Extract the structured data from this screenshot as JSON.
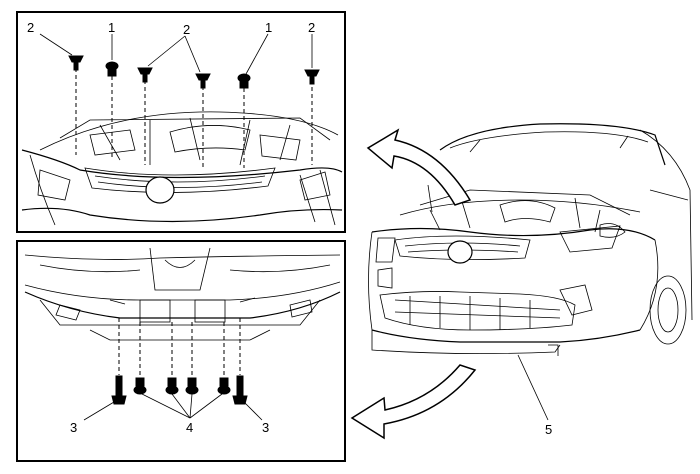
{
  "figure": {
    "callouts": {
      "top_left_2": "2",
      "top_1a": "1",
      "top_mid_2": "2",
      "top_1b": "1",
      "top_right_2": "2",
      "bottom_3a": "3",
      "bottom_4": "4",
      "bottom_3b": "3",
      "main_5": "5"
    },
    "colors": {
      "line": "#000000",
      "background": "#ffffff",
      "arrow_fill": "#ffffff"
    },
    "icons": [
      "push-pin-retainer-icon",
      "bolt-icon",
      "curved-arrow-icon"
    ]
  }
}
